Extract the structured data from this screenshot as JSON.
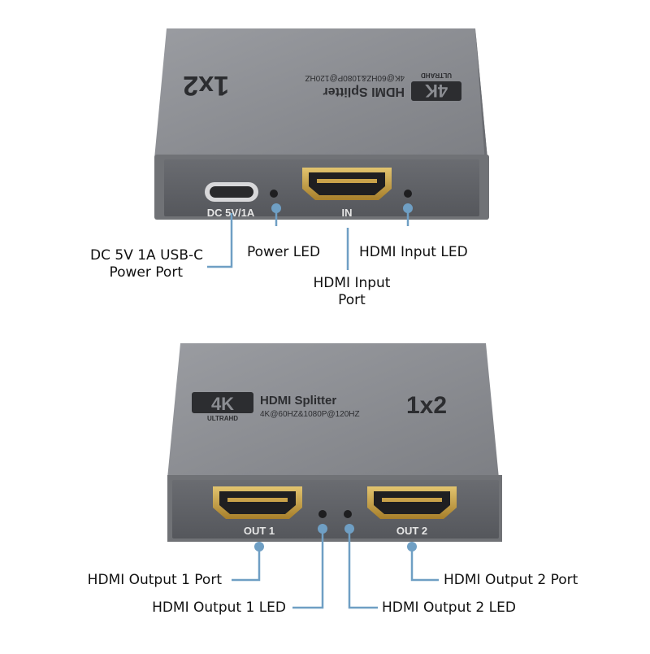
{
  "device_top": {
    "brand_badge": "4K",
    "brand_sub": "ULTRAHD",
    "product": "HDMI Splitter",
    "spec": "4K@60HZ&1080P@120HZ",
    "model": "1x2",
    "port_dc": "DC 5V/1A",
    "port_in": "IN"
  },
  "device_bottom": {
    "brand_badge": "4K",
    "brand_sub": "ULTRAHD",
    "product": "HDMI Splitter",
    "spec": "4K@60HZ&1080P@120HZ",
    "model": "1x2",
    "port_out1": "OUT 1",
    "port_out2": "OUT 2"
  },
  "callouts": {
    "usb_power_line1": "DC 5V 1A USB-C",
    "usb_power_line2": "Power Port",
    "power_led": "Power LED",
    "hdmi_input_led": "HDMI Input LED",
    "hdmi_input_port_line1": "HDMI Input",
    "hdmi_input_port_line2": "Port",
    "hdmi_output1_port": "HDMI Output 1 Port",
    "hdmi_output1_led": "HDMI Output 1 LED",
    "hdmi_output2_port": "HDMI Output 2 Port",
    "hdmi_output2_led": "HDMI Output 2 LED"
  },
  "colors": {
    "callout_line": "#6f9fc4",
    "casing": "#8b8d92",
    "panel": "#5b5d62",
    "port_gold": "#c9a24a"
  }
}
